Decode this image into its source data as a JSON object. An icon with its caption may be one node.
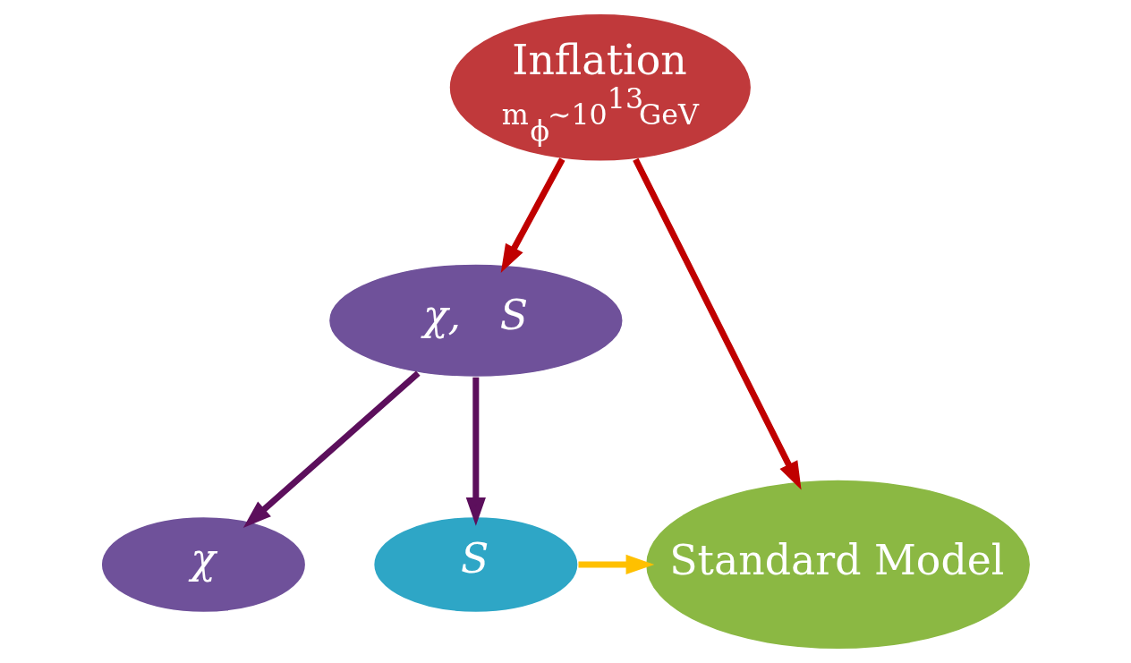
{
  "diagram": {
    "nodes": [
      {
        "text": [
          "Inflation",
          "m$_{ϕ}$∼10$^{13}$GeV"
        ]
      },
      {
        "text": [
          "χ,   S"
        ]
      },
      {
        "text": [
          "χ"
        ]
      },
      {
        "text": [
          "S"
        ]
      },
      {
        "text": [
          "Standard Model"
        ]
      }
    ],
    "edges": [
      {
        "from": 0,
        "to": 1,
        "arrow": "to",
        "color": "#c00000"
      },
      {
        "from": 0,
        "to": 4,
        "arrow": "to",
        "color": "#c00000"
      },
      {
        "from": 1,
        "to": 2,
        "arrow": "to",
        "color": "#5c0f5c"
      },
      {
        "from": 1,
        "to": 3,
        "arrow": "to",
        "color": "#5c0f5c"
      },
      {
        "from": 3,
        "to": 4,
        "arrow": "to",
        "color": "#ffc000"
      }
    ]
  }
}
